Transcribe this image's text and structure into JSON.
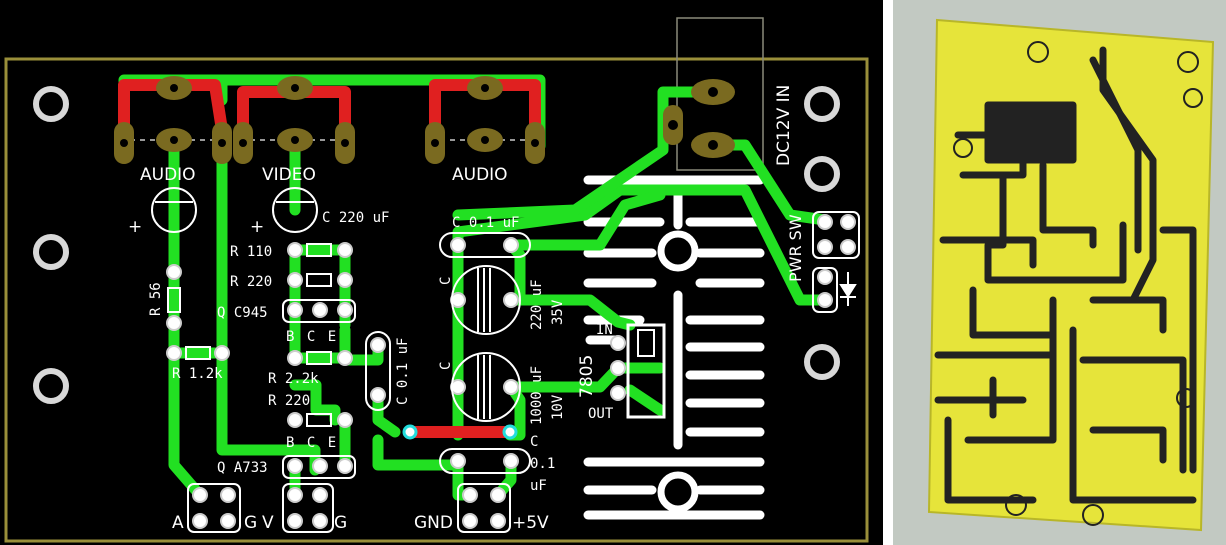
{
  "colors": {
    "board_bg": "#000000",
    "outline": "#9a8f3a",
    "trace_top": "#22e022",
    "trace_jumper": "#e02020",
    "pad": "#7a6a20",
    "hole": "#d8d8d8",
    "silk": "#ffffff",
    "via": "#22dddd",
    "photo_board": "#e6e43a",
    "photo_trace": "#222222",
    "photo_bg": "#c9cfc9"
  },
  "labels": {
    "audio_left": "AUDIO",
    "video": "VIDEO",
    "audio_right": "AUDIO",
    "dc_in": "DC12V IN",
    "pwr_sw": "PWR SW",
    "plus_left": "+",
    "plus_mid": "+",
    "cap_220uf": "C 220 uF",
    "r110": "R 110",
    "r220_top": "R 220",
    "r56": "R 56",
    "q_c945": "Q C945",
    "bce_top": "B C E",
    "r1_2k": "R 1.2k",
    "r2_2k": "R 2.2k",
    "r220_bottom": "R 220",
    "bce_bottom": "B C E",
    "q_a733": "Q A733",
    "c01_top": "C 0.1 uF",
    "c01_mid": "C 0.1 uF",
    "c_letter_1": "C",
    "c_letter_2": "C",
    "c_220uf_35v_a": "220 uF",
    "c_220uf_35v_b": "35V",
    "c_1000uf_a": "1000 uF",
    "c_1000uf_b": "10V",
    "reg_in": "IN",
    "reg_part": "7805",
    "reg_out": "OUT",
    "c01_bottom_a": "C",
    "c01_bottom_b": "0.1",
    "c01_bottom_c": "uF",
    "conn_a": "A",
    "conn_g1": "G",
    "conn_v": "V",
    "conn_g2": "G",
    "gnd": "GND",
    "plus5v": "+5V"
  },
  "icons": {
    "diode": "diode-icon"
  }
}
